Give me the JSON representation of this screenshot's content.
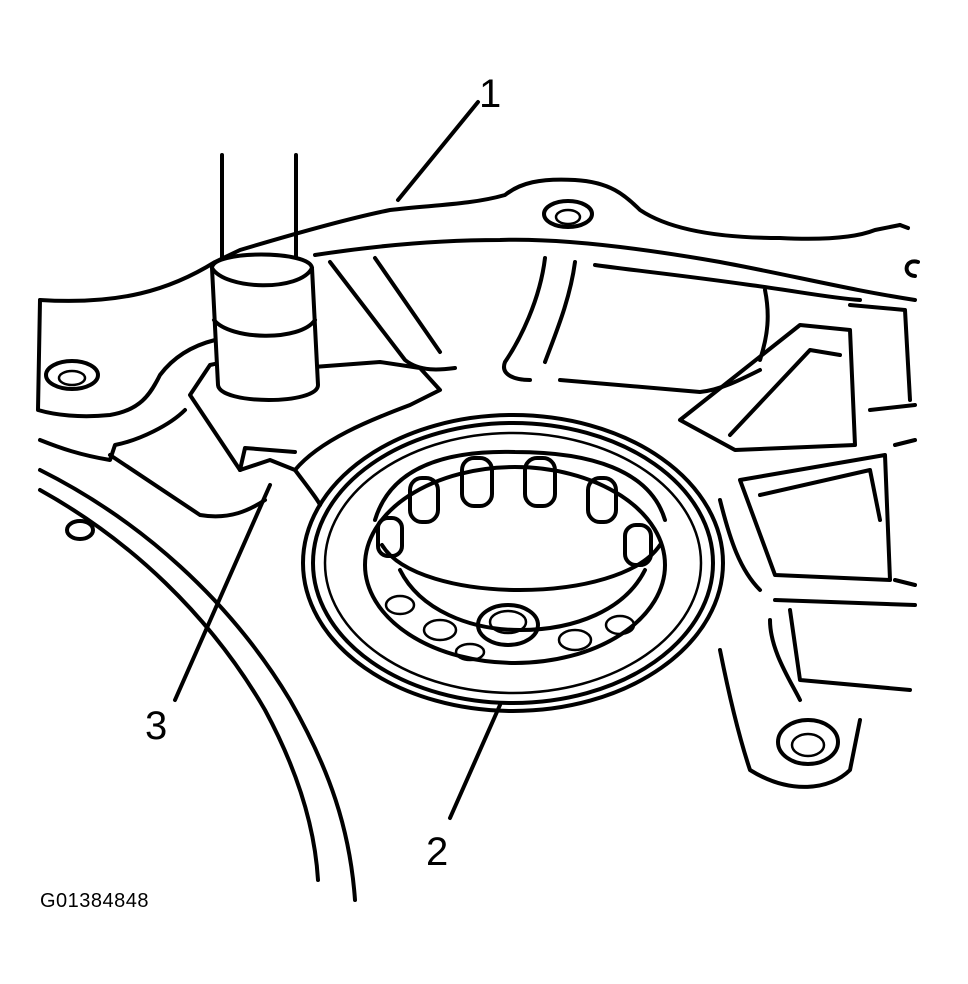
{
  "callouts": [
    {
      "id": "1",
      "label": "1"
    },
    {
      "id": "2",
      "label": "2"
    },
    {
      "id": "3",
      "label": "3"
    }
  ],
  "figure_id": "G01384848",
  "colors": {
    "line": "#000000",
    "background": "#ffffff"
  }
}
